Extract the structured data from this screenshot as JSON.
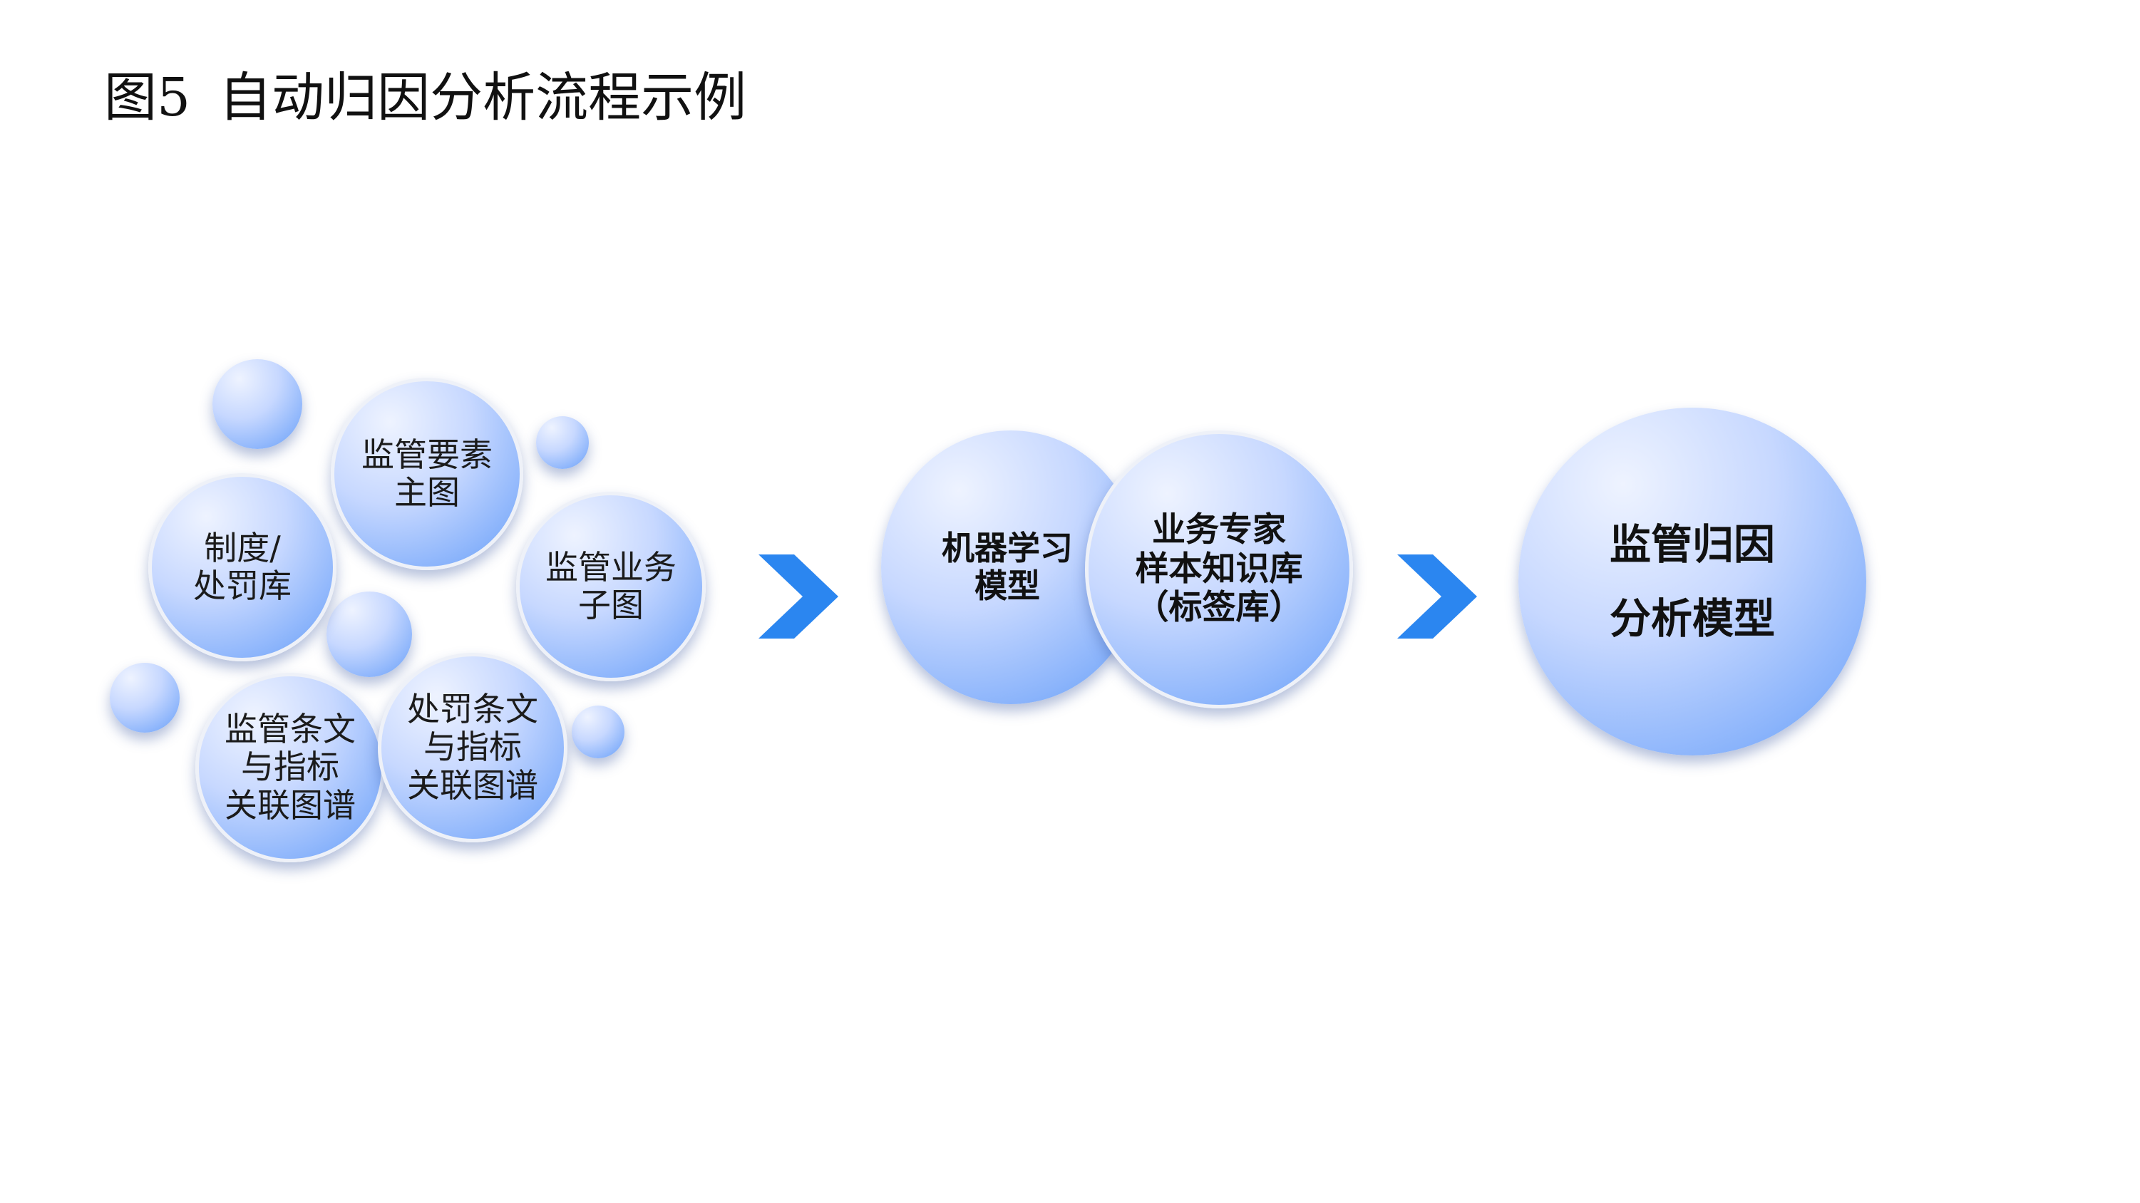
{
  "title": {
    "figure_no": "图5",
    "text": "自动归因分析流程示例"
  },
  "stage1": {
    "items": [
      {
        "label": "监管要素\n主图"
      },
      {
        "label": "制度/\n处罚库"
      },
      {
        "label": "监管业务\n子图"
      },
      {
        "label": "监管条文\n与指标\n关联图谱"
      },
      {
        "label": "处罚条文\n与指标\n关联图谱"
      }
    ]
  },
  "stage2": {
    "items": [
      {
        "label": "机器学习\n模型"
      },
      {
        "label": "业务专家\n样本知识库\n（标签库）"
      }
    ]
  },
  "stage3": {
    "label": "监管归因\n分析模型"
  },
  "icons": {
    "arrow": "chevron-right-icon",
    "arrow_color": "#2b86f0"
  },
  "colors": {
    "bubble_light": "#eef3ff",
    "bubble_dark": "#5f9bf6"
  }
}
